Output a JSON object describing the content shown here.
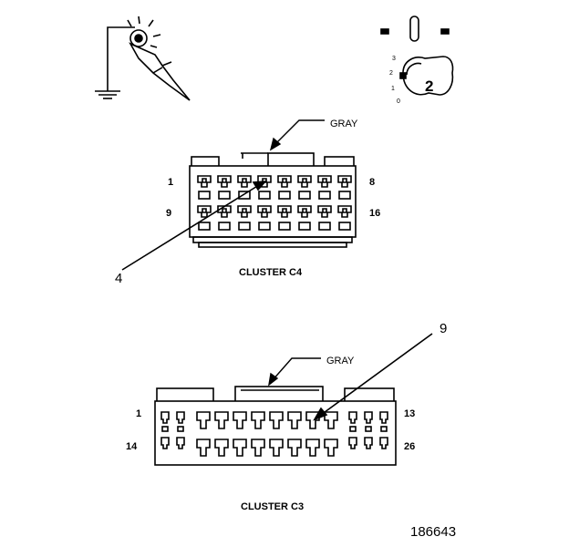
{
  "c4": {
    "title": "CLUSTER C4",
    "wire_color": "GRAY",
    "pin_first_top": "1",
    "pin_last_top": "8",
    "pin_first_bottom": "9",
    "pin_last_bottom": "16",
    "callout_pin": "4"
  },
  "c3": {
    "title": "CLUSTER C3",
    "wire_color": "GRAY",
    "pin_first_top": "1",
    "pin_last_top": "13",
    "pin_first_bottom": "14",
    "pin_last_bottom": "26",
    "callout_pin": "9"
  },
  "ignition": {
    "position": "2",
    "scale": [
      "3",
      "2",
      "1",
      "0"
    ]
  },
  "figure_id": "186643"
}
